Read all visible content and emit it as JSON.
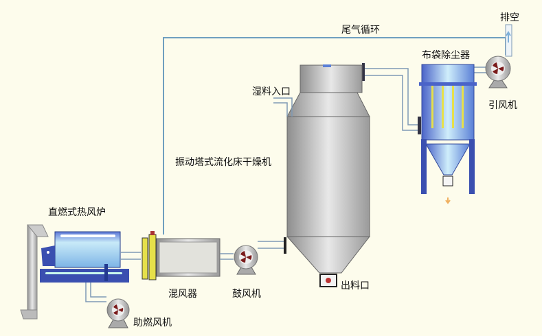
{
  "labels": {
    "exhaust_recycle": "尾气循环",
    "vent": "排空",
    "bag_filter": "布袋除尘器",
    "induced_fan": "引风机",
    "wet_inlet": "湿料入口",
    "dryer": "振动塔式流化床干燥机",
    "furnace": "直燃式热风炉",
    "mixer": "混风器",
    "blower": "鼓风机",
    "discharge": "出料口",
    "combustion_fan": "助燃风机"
  },
  "colors": {
    "background": "#fdfcec",
    "pipe": "#6f9fbf",
    "furnace_blue": "#3a4fb0",
    "steel": "#b8b8b8",
    "filter_yellow": "#e6e04a",
    "fan_blade": "#7a1a1a"
  }
}
